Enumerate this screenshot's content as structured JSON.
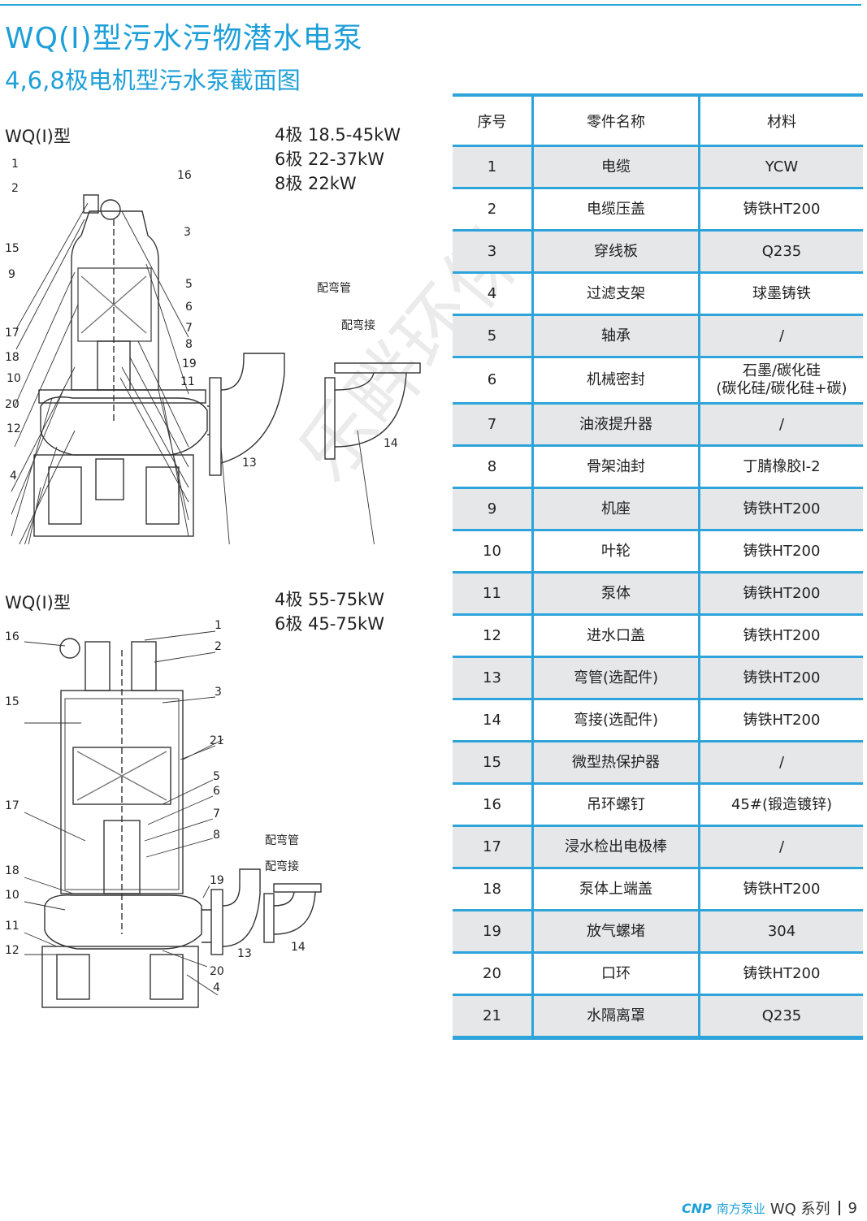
{
  "header": {
    "title": "WQ(Ⅰ)型污水污物潜水电泵",
    "subtitle": "4,6,8极电机型污水泵截面图"
  },
  "diagram1": {
    "model": "WQ(Ⅰ)型",
    "power_lines": [
      "4极 18.5-45kW",
      "6极 22-37kW",
      "8极 22kW"
    ],
    "callouts": [
      "1",
      "2",
      "3",
      "4",
      "5",
      "6",
      "7",
      "8",
      "9",
      "10",
      "11",
      "12",
      "13",
      "14",
      "15",
      "16",
      "17",
      "18",
      "19",
      "20"
    ],
    "label_elbow_pipe": "配弯管",
    "label_elbow_joint": "配弯接"
  },
  "diagram2": {
    "model": "WQ(Ⅰ)型",
    "power_lines": [
      "4极 55-75kW",
      "6极 45-75kW"
    ],
    "callouts": [
      "1",
      "2",
      "3",
      "4",
      "5",
      "6",
      "7",
      "8",
      "10",
      "11",
      "12",
      "13",
      "14",
      "15",
      "16",
      "17",
      "18",
      "19",
      "20",
      "21"
    ],
    "label_elbow_pipe": "配弯管",
    "label_elbow_joint": "配弯接"
  },
  "parts_table": {
    "headers": [
      "序号",
      "零件名称",
      "材料"
    ],
    "rows": [
      [
        "1",
        "电缆",
        "YCW"
      ],
      [
        "2",
        "电缆压盖",
        "铸铁HT200"
      ],
      [
        "3",
        "穿线板",
        "Q235"
      ],
      [
        "4",
        "过滤支架",
        "球墨铸铁"
      ],
      [
        "5",
        "轴承",
        "/"
      ],
      [
        "6",
        "机械密封",
        "石墨/碳化硅\n(碳化硅/碳化硅+碳)"
      ],
      [
        "7",
        "油液提升器",
        "/"
      ],
      [
        "8",
        "骨架油封",
        "丁腈橡胶I-2"
      ],
      [
        "9",
        "机座",
        "铸铁HT200"
      ],
      [
        "10",
        "叶轮",
        "铸铁HT200"
      ],
      [
        "11",
        "泵体",
        "铸铁HT200"
      ],
      [
        "12",
        "进水口盖",
        "铸铁HT200"
      ],
      [
        "13",
        "弯管(选配件)",
        "铸铁HT200"
      ],
      [
        "14",
        "弯接(选配件)",
        "铸铁HT200"
      ],
      [
        "15",
        "微型热保护器",
        "/"
      ],
      [
        "16",
        "吊环螺钉",
        "45#(锻造镀锌)"
      ],
      [
        "17",
        "浸水检出电极棒",
        "/"
      ],
      [
        "18",
        "泵体上端盖",
        "铸铁HT200"
      ],
      [
        "19",
        "放气螺堵",
        "304"
      ],
      [
        "20",
        "口环",
        "铸铁HT200"
      ],
      [
        "21",
        "水隔离罩",
        "Q235"
      ]
    ]
  },
  "watermark": "乐畔环保",
  "footer": {
    "logo": "CNP",
    "brand": "南方泵业",
    "series": "WQ 系列",
    "page": "9"
  },
  "colors": {
    "accent": "#1e9fd8",
    "row_shade": "#e6e7e8",
    "rule": "#2ea4db"
  }
}
